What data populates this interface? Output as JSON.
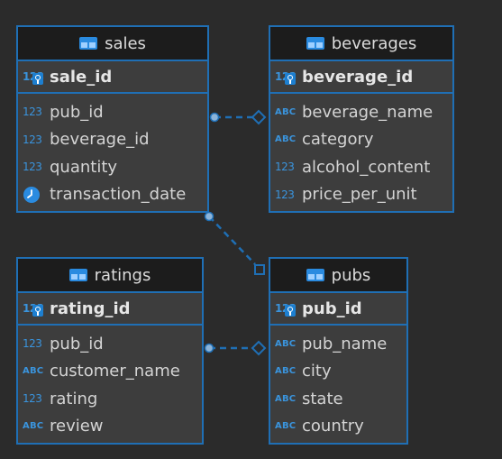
{
  "colors": {
    "background": "#2b2b2b",
    "entity_border": "#1f6fb5",
    "entity_body": "#3d3d3d",
    "entity_header": "#1c1c1c",
    "type_icon": "#3a94dd",
    "connector": "#1f6fb5"
  },
  "entities": {
    "sales": {
      "title": "sales",
      "pk": {
        "name": "sale_id",
        "type": "numeric-key-icon"
      },
      "columns": [
        {
          "name": "pub_id",
          "type": "numeric"
        },
        {
          "name": "beverage_id",
          "type": "numeric"
        },
        {
          "name": "quantity",
          "type": "numeric"
        },
        {
          "name": "transaction_date",
          "type": "datetime"
        }
      ]
    },
    "beverages": {
      "title": "beverages",
      "pk": {
        "name": "beverage_id",
        "type": "numeric-key-icon"
      },
      "columns": [
        {
          "name": "beverage_name",
          "type": "text"
        },
        {
          "name": "category",
          "type": "text"
        },
        {
          "name": "alcohol_content",
          "type": "numeric"
        },
        {
          "name": "price_per_unit",
          "type": "numeric"
        }
      ]
    },
    "ratings": {
      "title": "ratings",
      "pk": {
        "name": "rating_id",
        "type": "numeric-key-icon"
      },
      "columns": [
        {
          "name": "pub_id",
          "type": "numeric"
        },
        {
          "name": "customer_name",
          "type": "text"
        },
        {
          "name": "rating",
          "type": "numeric"
        },
        {
          "name": "review",
          "type": "text"
        }
      ]
    },
    "pubs": {
      "title": "pubs",
      "pk": {
        "name": "pub_id",
        "type": "numeric-key-icon"
      },
      "columns": [
        {
          "name": "pub_name",
          "type": "text"
        },
        {
          "name": "city",
          "type": "text"
        },
        {
          "name": "state",
          "type": "text"
        },
        {
          "name": "country",
          "type": "text"
        }
      ]
    }
  },
  "relations": [
    {
      "from": "sales",
      "to": "beverages",
      "from_end": "dot",
      "to_end": "diamond"
    },
    {
      "from": "sales",
      "to": "pubs",
      "from_end": "dot",
      "to_end": "square"
    },
    {
      "from": "ratings",
      "to": "pubs",
      "from_end": "dot",
      "to_end": "diamond"
    }
  ],
  "type_glyphs": {
    "numeric": "123",
    "text": "ABC"
  }
}
